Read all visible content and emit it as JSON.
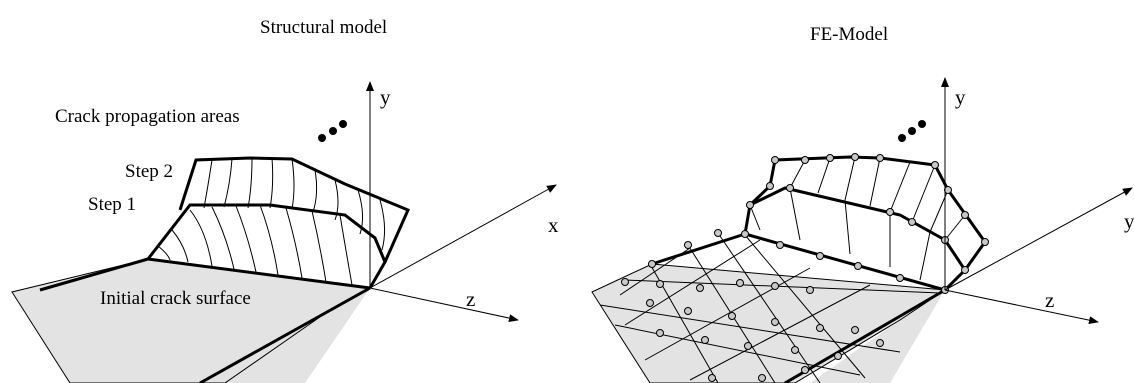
{
  "left_panel": {
    "title": "Structural model",
    "propagation_label": "Crack propagation areas",
    "step2_label": "Step 2",
    "step1_label": "Step 1",
    "initial_label": "Initial crack surface",
    "axis_y": "y",
    "axis_x": "x",
    "axis_z": "z"
  },
  "right_panel": {
    "title": "FE-Model",
    "axis_y": "y",
    "axis_x": "y",
    "axis_z": "z"
  },
  "colors": {
    "surface_fill": "#e3e3e3",
    "node_fill": "#c8c8c8",
    "line": "#000000"
  }
}
